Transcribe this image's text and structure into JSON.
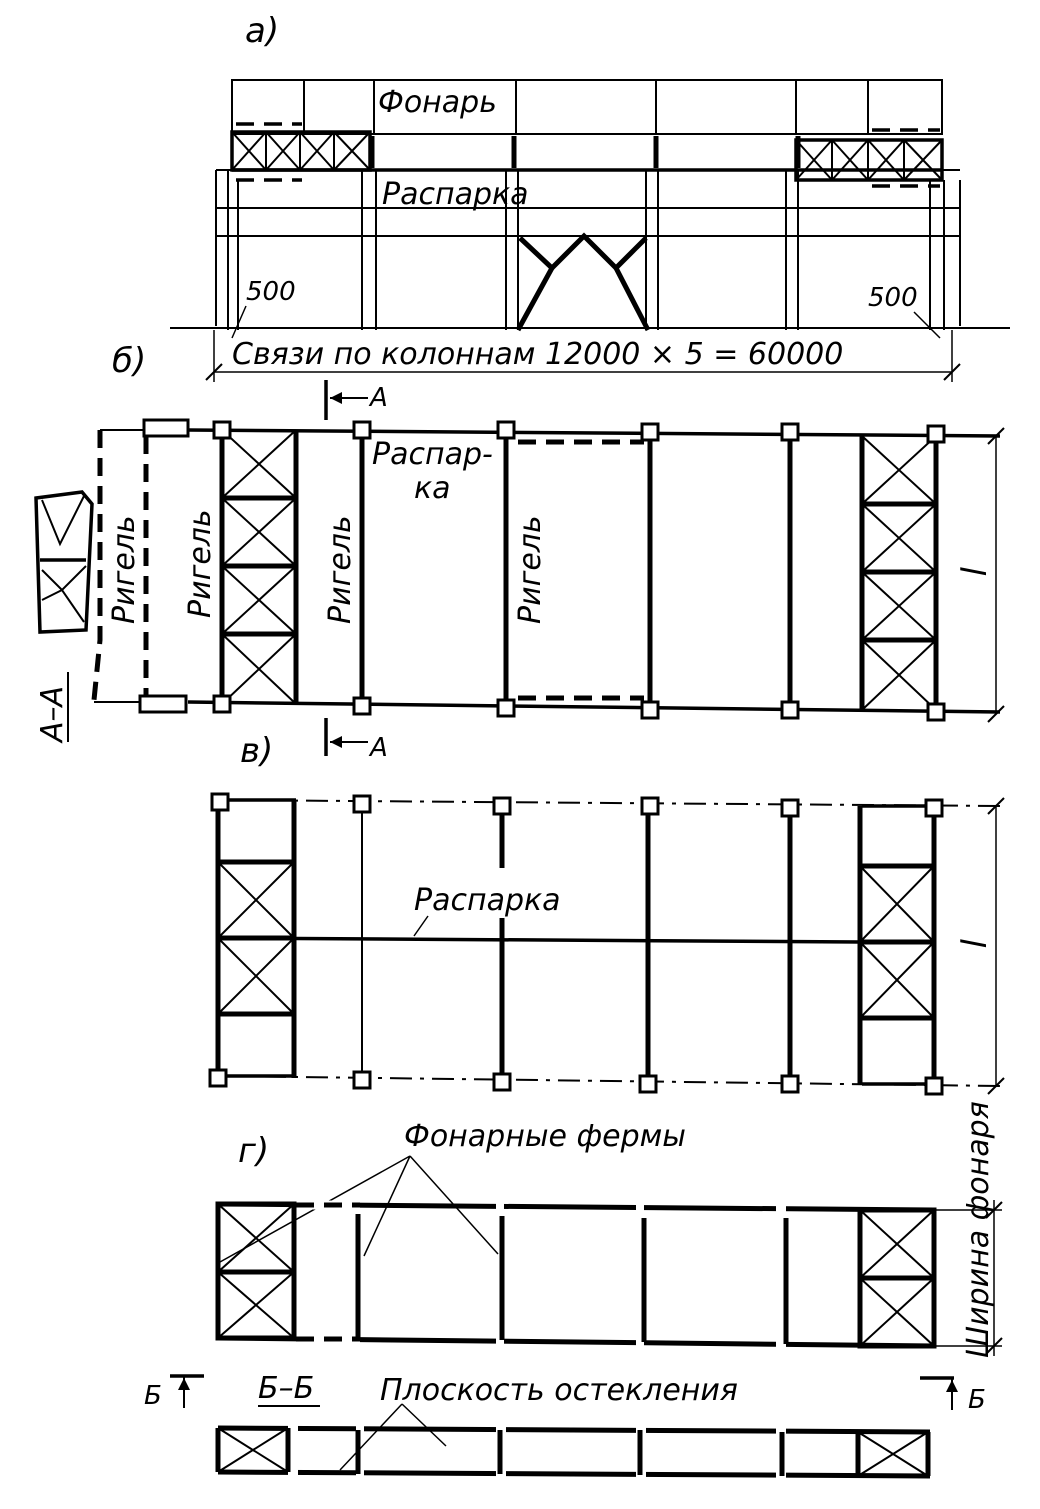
{
  "panels": {
    "a": "а)",
    "b": "б)",
    "v": "в)",
    "g": "г)"
  },
  "labels": {
    "fonar": "Фонарь",
    "rasparka": "Распарка",
    "dim_left": "500",
    "dim_right": "500",
    "svyazi": "Связи по колоннам 12000 × 5 = 60000",
    "section_a": "А",
    "section_aa": "А–А",
    "rasparka_b_line1": "Распар-",
    "rasparka_b_line2": "ка",
    "rigel": "Ригель",
    "span_l": "l",
    "fonarnye_fermy": "Фонарные фермы",
    "shirina_fonarya": "Ширина фонаря",
    "section_b": "Б",
    "section_bb": "Б–Б",
    "ploskost": "Плоскость остекления"
  }
}
